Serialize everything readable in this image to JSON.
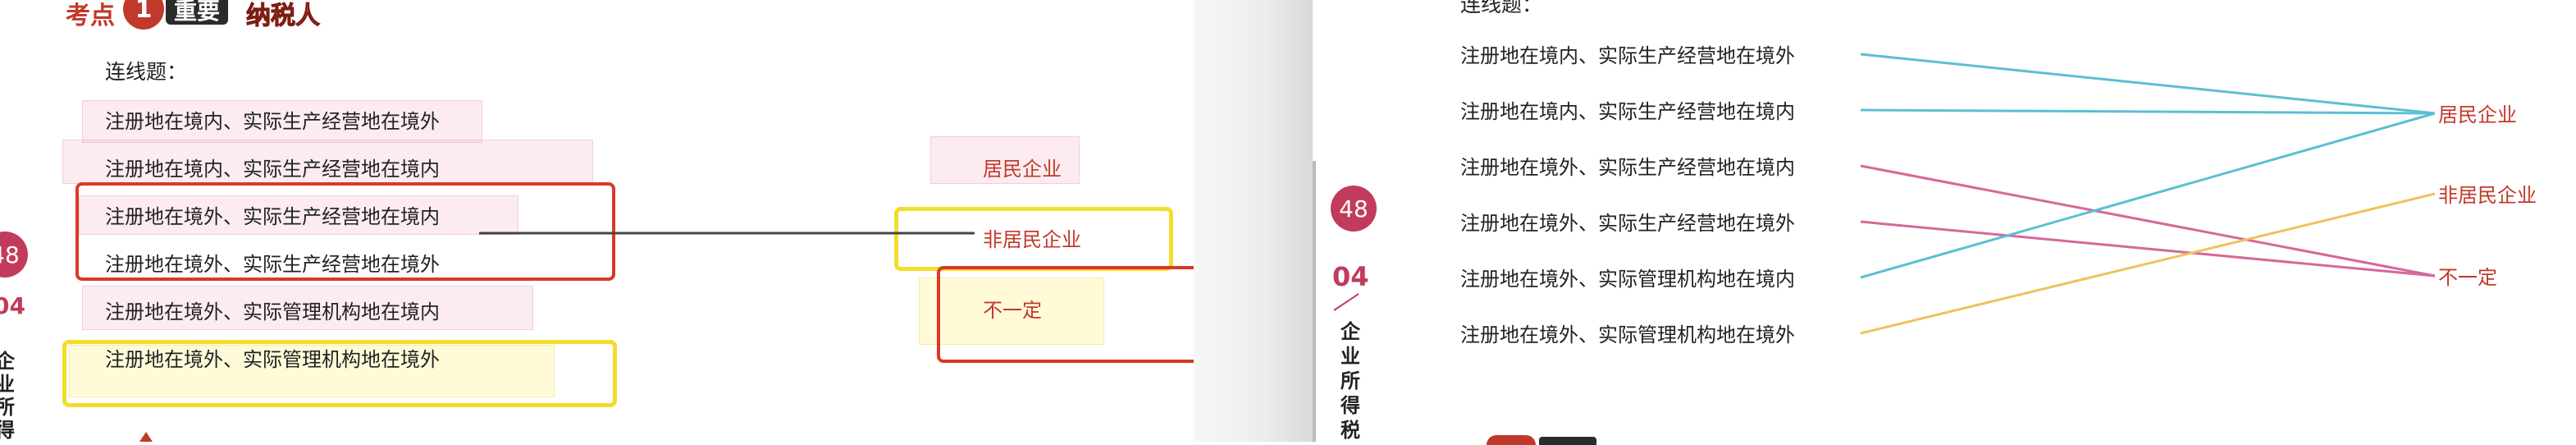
{
  "header": {
    "kaodian": "考点",
    "number": "1",
    "tag": "重要",
    "topic": "纳税人"
  },
  "instruction": "连线题：",
  "left_items": [
    "注册地在境内、实际生产经营地在境外",
    "注册地在境内、实际生产经营地在境内",
    "注册地在境外、实际生产经营地在境内",
    "注册地在境外、实际生产经营地在境外",
    "注册地在境外、实际管理机构地在境内",
    "注册地在境外、实际管理机构地在境外"
  ],
  "options": [
    "居民企业",
    "非居民企业",
    "不一定"
  ],
  "side_tab": {
    "page_number": "48",
    "chapter": "04",
    "chars": [
      "企",
      "业",
      "所",
      "得",
      "税"
    ]
  },
  "answer_matches": [
    {
      "item": 0,
      "option": 0,
      "color": "#5bbfd3"
    },
    {
      "item": 1,
      "option": 0,
      "color": "#5bbfd3"
    },
    {
      "item": 2,
      "option": 2,
      "color": "#d6679a"
    },
    {
      "item": 3,
      "option": 2,
      "color": "#d6679a"
    },
    {
      "item": 4,
      "option": 0,
      "color": "#5bbfd3"
    },
    {
      "item": 5,
      "option": 1,
      "color": "#f0c25a"
    }
  ],
  "colors": {
    "accent_red": "#c0392b",
    "annotation_red": "#d93a24",
    "annotation_yellow": "#f2dd2a"
  }
}
